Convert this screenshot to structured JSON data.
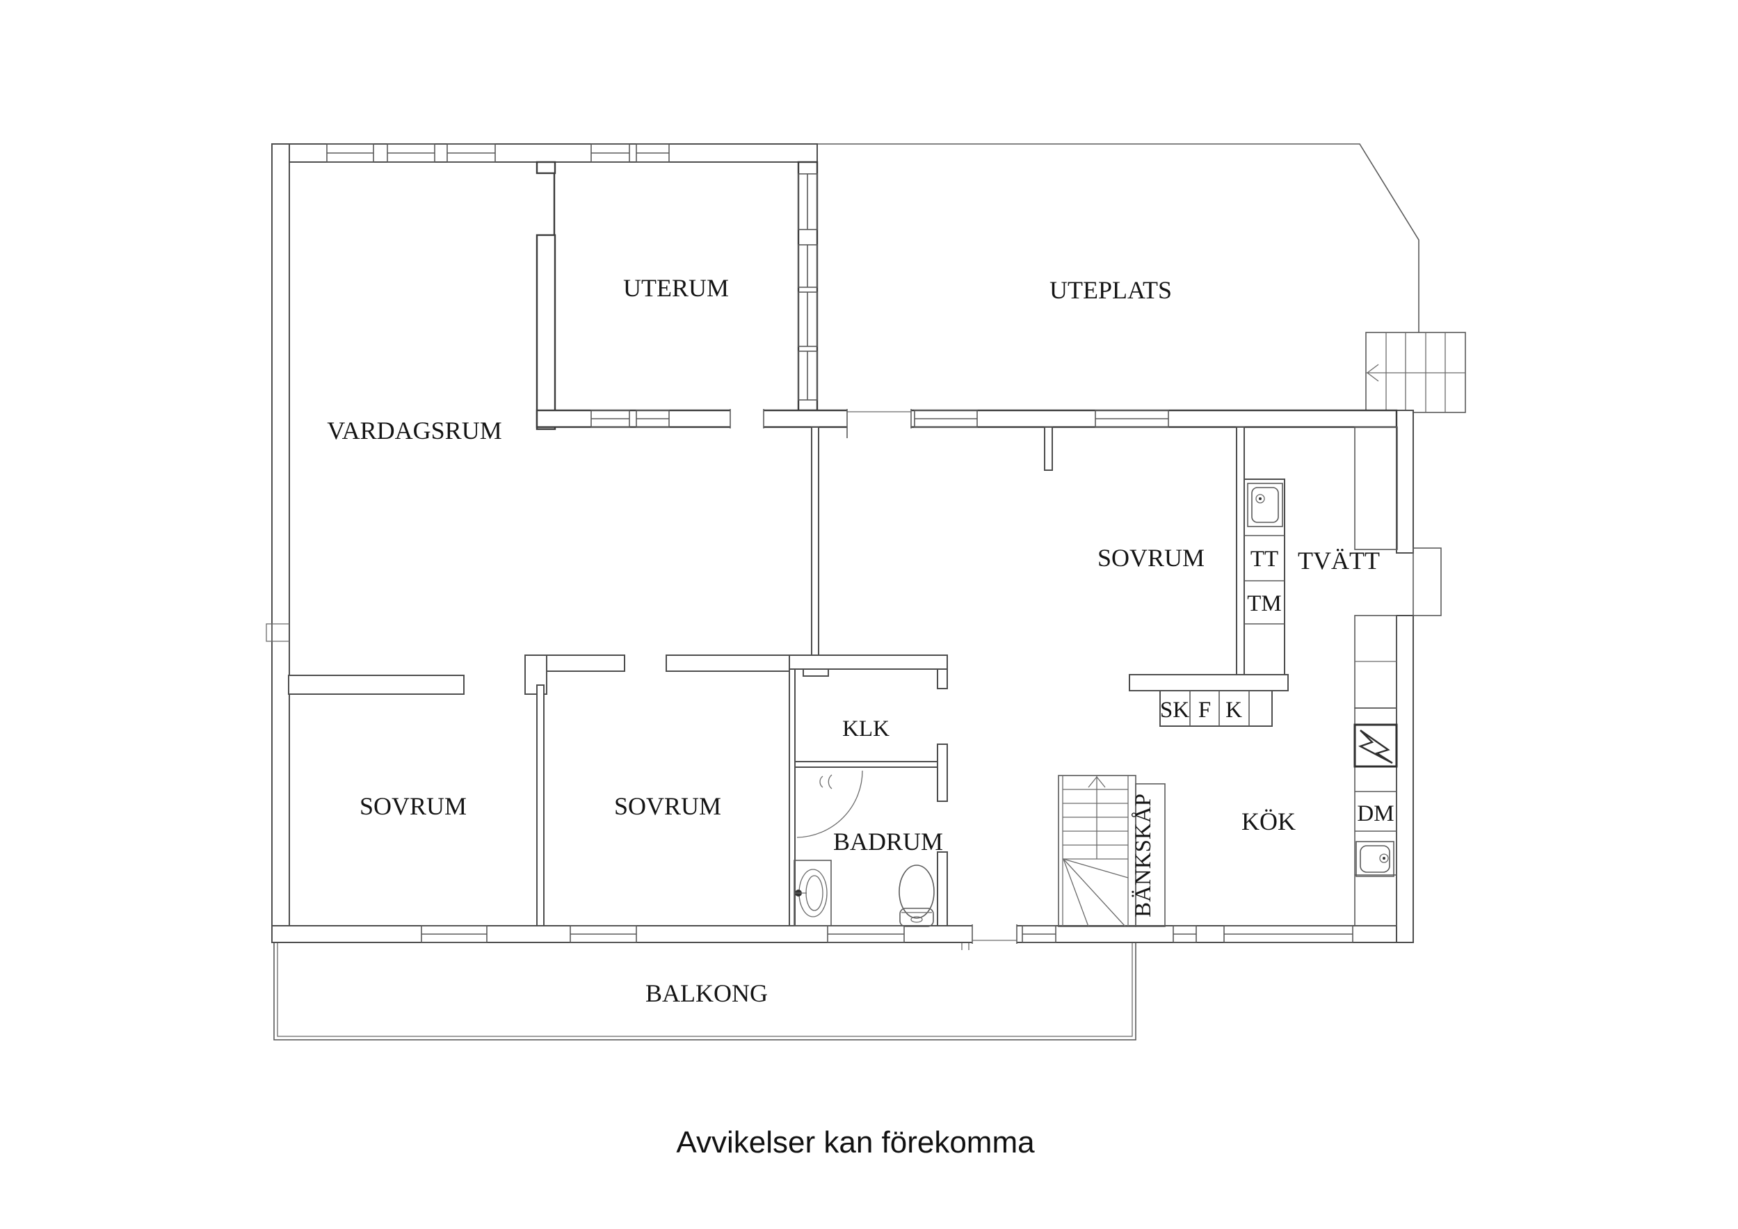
{
  "page": {
    "background": "#ffffff",
    "line_color": "#4d4d4d",
    "text_color": "#141414"
  },
  "floorplan": {
    "rooms": {
      "vardagsrum": "VARDAGSRUM",
      "uterum": "UTERUM",
      "uteplats": "UTEPLATS",
      "sovrum_ne": "SOVRUM",
      "tvatt": "TVÄTT",
      "sovrum_sw": "SOVRUM",
      "sovrum_s": "SOVRUM",
      "klk": "KLK",
      "badrum": "BADRUM",
      "kok": "KÖK",
      "balkong": "BALKONG"
    },
    "fixtures": {
      "tt": "TT",
      "tm": "TM",
      "sk": "SK",
      "f": "F",
      "k": "K",
      "dm": "DM",
      "bankskap": "BÄNKSKÅP"
    },
    "caption": "Avvikelser kan förekomma"
  }
}
